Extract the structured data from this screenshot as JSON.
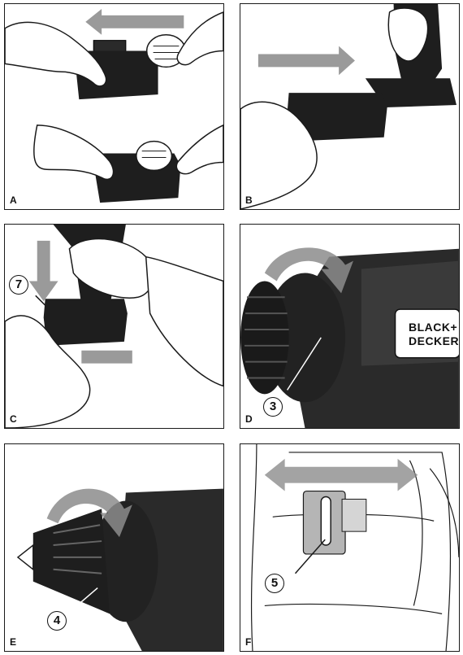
{
  "panels": [
    {
      "letter": "A"
    },
    {
      "letter": "B"
    },
    {
      "letter": "C",
      "callout": "7"
    },
    {
      "letter": "D",
      "callout": "3",
      "logo_line1": "BLACK+",
      "logo_line2": "DECKER"
    },
    {
      "letter": "E",
      "callout": "4"
    },
    {
      "letter": "F",
      "callout": "5"
    }
  ],
  "colors": {
    "line": "#1a1a1a",
    "arrow": "#8c8c8c",
    "battery": "#1e1e1e",
    "skin": "#ffffff"
  }
}
